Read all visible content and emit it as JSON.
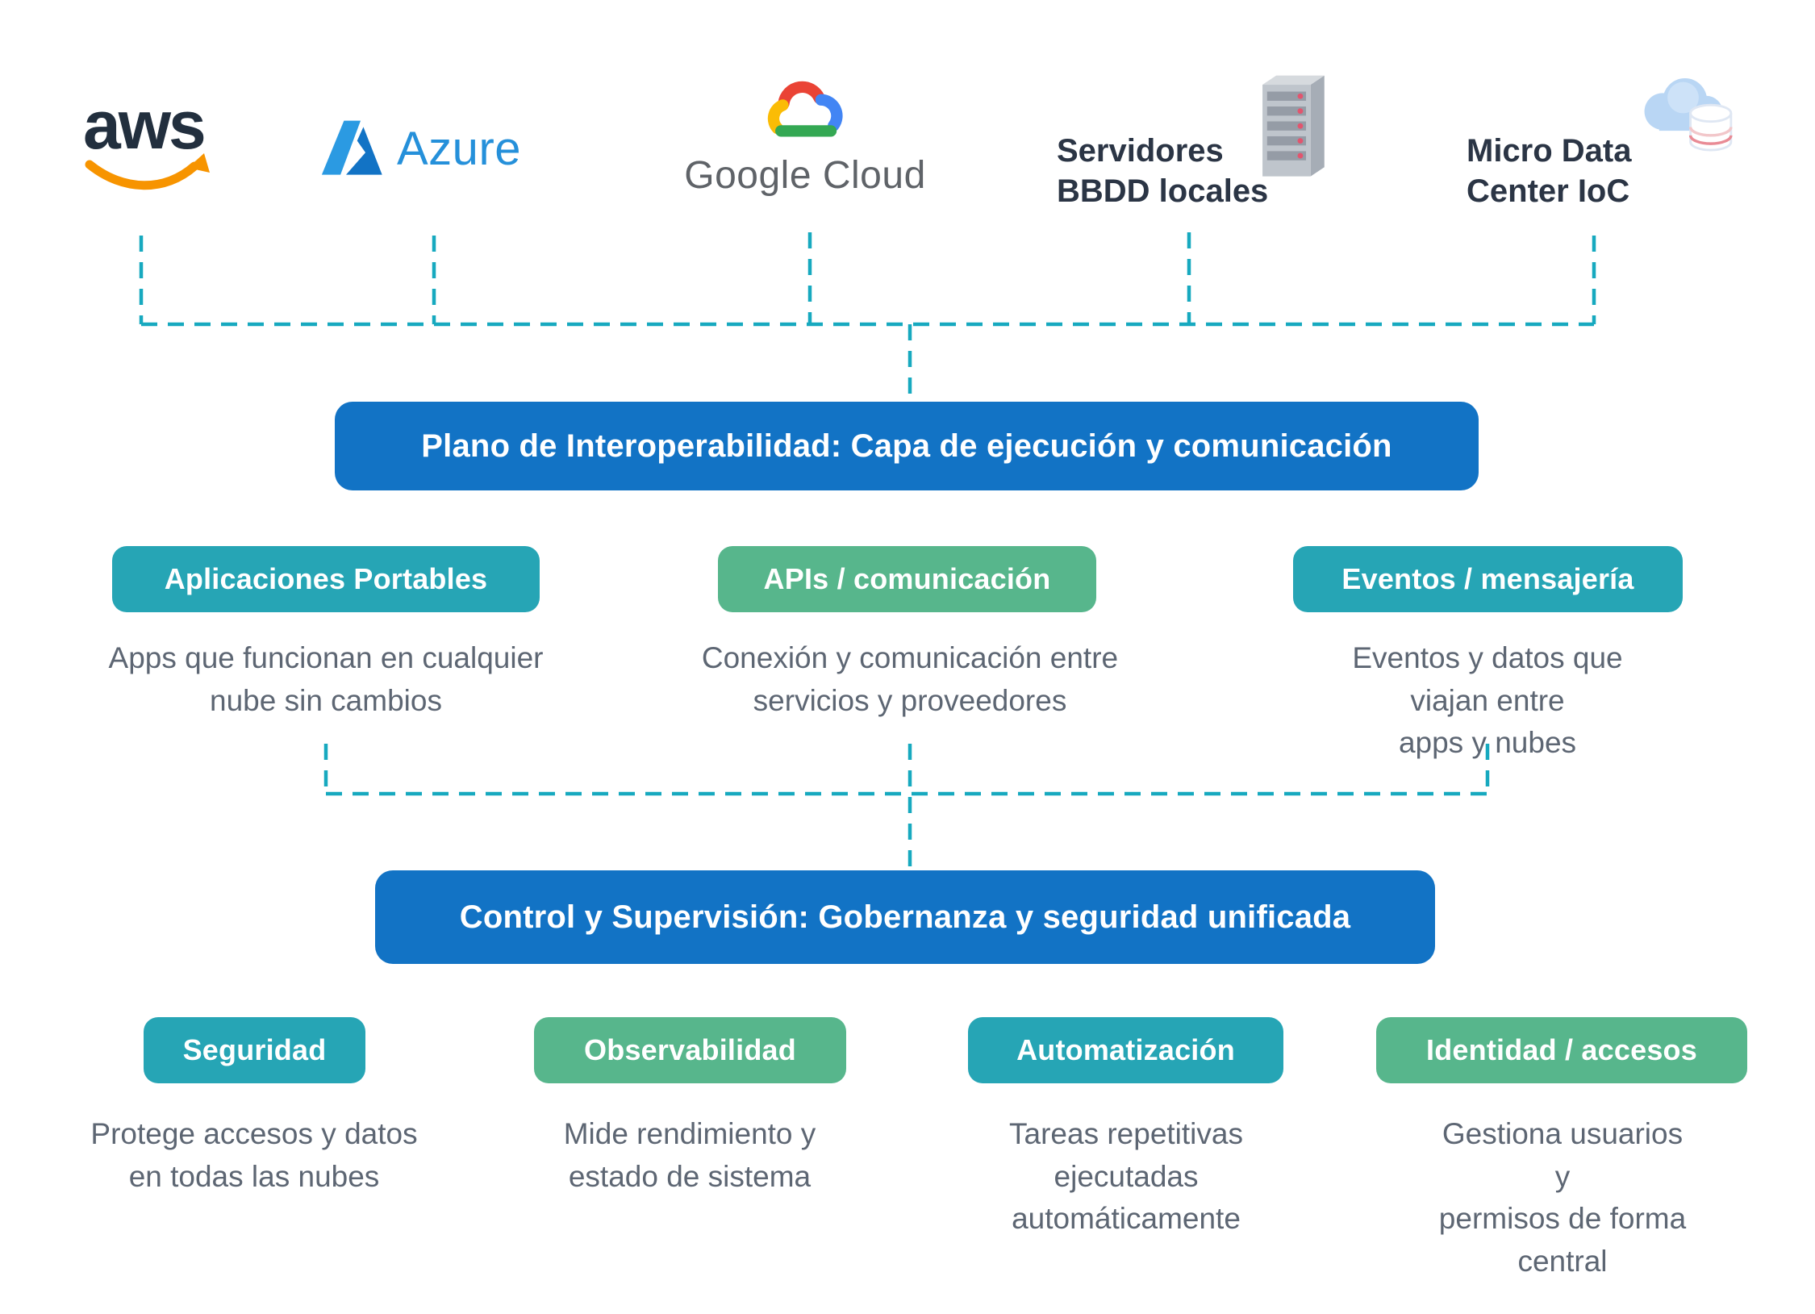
{
  "colors": {
    "banner_blue": "#1273c5",
    "pill_teal": "#26a5b5",
    "pill_green": "#57b68c",
    "connector_teal": "#17a9bf",
    "description_gray": "#5d6673",
    "label_dark": "#2b3545",
    "aws_orange": "#f79400",
    "azure_blue": "#2590da",
    "google_gray": "#5f6368"
  },
  "icons": {
    "aws": "aws-logo",
    "azure": "azure-logo",
    "google_cloud": "google-cloud-logo",
    "servers": "server-rack-icon",
    "micro_dc": "cloud-database-icon"
  },
  "providers": {
    "aws": {
      "label": "aws"
    },
    "azure": {
      "label": "Azure"
    },
    "google": {
      "label": "Google Cloud"
    },
    "servers": {
      "label": "Servidores\nBBDD locales"
    },
    "micro_dc": {
      "label": "Micro Data\nCenter IoC"
    }
  },
  "banners": {
    "interoperability": "Plano de Interoperabilidad: Capa de ejecución y comunicación",
    "control": "Control y Supervisión: Gobernanza y seguridad unificada"
  },
  "row1": [
    {
      "label": "Aplicaciones Portables",
      "color": "teal",
      "description": "Apps que funcionan en cualquier\nnube sin cambios"
    },
    {
      "label": "APIs / comunicación",
      "color": "green",
      "description": "Conexión y comunicación entre\nservicios y proveedores"
    },
    {
      "label": "Eventos / mensajería",
      "color": "teal",
      "description": "Eventos y datos que viajan entre\napps y nubes"
    }
  ],
  "row2": [
    {
      "label": "Seguridad",
      "color": "teal",
      "description": "Protege accesos y datos\nen todas las nubes"
    },
    {
      "label": "Observabilidad",
      "color": "green",
      "description": "Mide rendimiento y\nestado de sistema"
    },
    {
      "label": "Automatización",
      "color": "teal",
      "description": "Tareas repetitivas\nejecutadas\nautomáticamente"
    },
    {
      "label": "Identidad / accesos",
      "color": "green",
      "description": "Gestiona usuarios y\npermisos de forma\ncentral"
    }
  ]
}
